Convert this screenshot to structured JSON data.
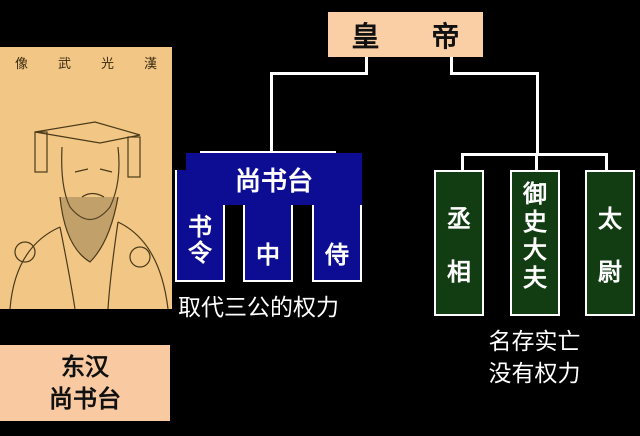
{
  "portrait": {
    "title_chars": [
      "像",
      "武",
      "光",
      "漢"
    ]
  },
  "caption": {
    "line1": "东汉",
    "line2": "尚书台"
  },
  "emperor": {
    "char1": "皇",
    "char2": "帝"
  },
  "shangshutai": {
    "label": "尚书台",
    "subs": [
      [
        "书",
        "令"
      ],
      [
        "中"
      ],
      [
        "侍"
      ]
    ]
  },
  "overlay_text": "取代三公的权力",
  "sangong": [
    [
      "丞",
      "相"
    ],
    [
      "御",
      "史",
      "大",
      "夫"
    ],
    [
      "太",
      "尉"
    ]
  ],
  "note": {
    "line1": "名存实亡",
    "line2": "没有权力"
  },
  "colors": {
    "background": "#000000",
    "blue": "#0d0d94",
    "green": "#123d12",
    "peach": "#fbcfa6",
    "portrait": "#f2c685"
  }
}
